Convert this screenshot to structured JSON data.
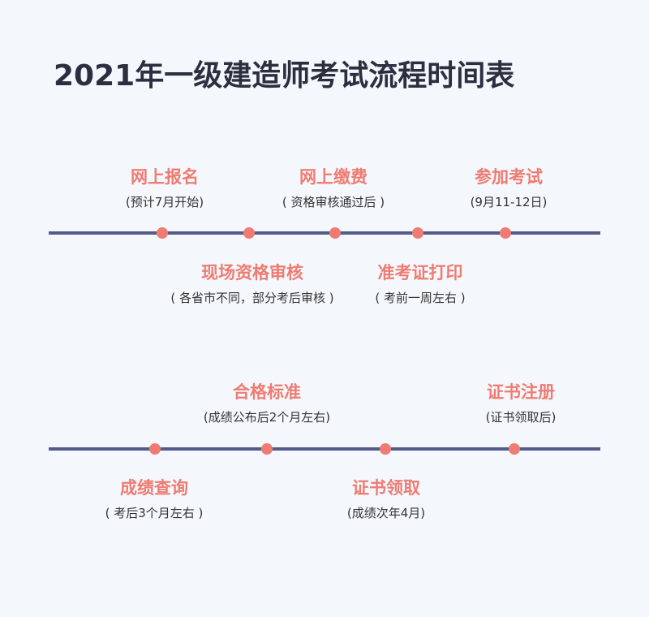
{
  "title": "2021年一级建造师考试流程时间表",
  "rows": [
    {
      "events": [
        {
          "name": "网上报名",
          "desc": "(预计7月开始)"
        },
        {
          "name": "现场资格审核",
          "desc": "( 各省市不同，部分考后审核 )"
        },
        {
          "name": "网上缴费",
          "desc": "( 资格审核通过后 )"
        },
        {
          "name": "准考证打印",
          "desc": "( 考前一周左右 )"
        },
        {
          "name": "参加考试",
          "desc": "(9月11-12日)"
        }
      ]
    },
    {
      "events": [
        {
          "name": "成绩查询",
          "desc": "( 考后3个月左右 )"
        },
        {
          "name": "合格标准",
          "desc": "(成绩公布后2个月左右)"
        },
        {
          "name": "证书领取",
          "desc": "(成绩次年4月)"
        },
        {
          "name": "证书注册",
          "desc": "(证书领取后)"
        }
      ]
    }
  ],
  "colors": {
    "accent": "#ef7b72",
    "line": "#525b8a",
    "text": "#333333",
    "title": "#2b2f3f",
    "background": "#f4f8fc"
  }
}
